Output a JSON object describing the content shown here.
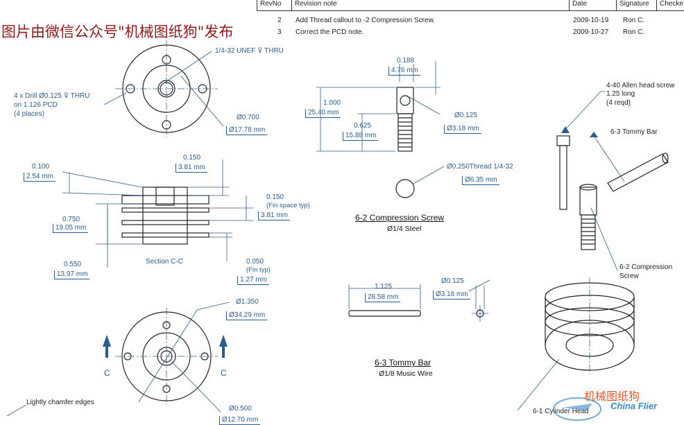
{
  "revision_table": {
    "headers": [
      "RevNo",
      "Revision note",
      "Date",
      "Signature",
      "Checke"
    ],
    "rows": [
      {
        "rev": "2",
        "note": "Add Thread callout to -2 Compression Screw.",
        "date": "2009-10-19",
        "signature": "Ron C."
      },
      {
        "rev": "3",
        "note": "Correct the PCD note.",
        "date": "2009-10-27",
        "signature": "Ron C."
      }
    ]
  },
  "watermark": "图片由微信公众号\"机械图纸狗\"发布",
  "cylinder_head_top": {
    "thread_callout": "1/4-32 UNEF ⊽ THRU",
    "drill_callout_line1": "4 x Drill Ø0.125 ⊽ THRU",
    "drill_callout_line2": "on 1.126 PCD",
    "drill_callout_line3": "(4 places)",
    "dia_in": "Ø0.700",
    "dia_mm": "Ø17.78 mm"
  },
  "section_cc": {
    "title": "Section C-C",
    "dim_0100": "0.100",
    "dim_0100_mm": "2.54 mm",
    "dim_0150": "0.150",
    "dim_0150_mm": "3.81 mm",
    "dim_0750": "0.750",
    "dim_0750_mm": "19.05 mm",
    "dim_0550": "0.550",
    "dim_0550_mm": "13.97 mm",
    "fin_space": "0.150",
    "fin_space_note": "(Fin space typ)",
    "fin_space_mm": "3.81 mm",
    "fin": "0.050",
    "fin_note": "(Fin typ)",
    "fin_mm": "1.27 mm"
  },
  "cylinder_head_bottom": {
    "dia_outer": "Ø1.350",
    "dia_outer_mm": "Ø34.29 mm",
    "dia_inner": "Ø0.500",
    "dia_inner_mm": "Ø12.70 mm",
    "section_mark_left": "C",
    "section_mark_right": "C",
    "chamfer_note": "Lightly chamfer edges"
  },
  "compression_screw": {
    "title": "6-2 Compression Screw",
    "subtitle": "Ø1/4  Steel",
    "dim_0188": "0.188",
    "dim_0188_mm": "4.76 mm",
    "dim_1000": "1.000",
    "dim_1000_mm": "25.40 mm",
    "dim_0625": "0.625",
    "dim_0625_mm": "15.88 mm",
    "dim_0125": "Ø0.125",
    "dim_0125_mm": "Ø3.18 mm",
    "thread": "Ø0.250Thread 1/4-32",
    "thread_mm": "Ø6.35 mm"
  },
  "tommy_bar": {
    "title": "6-3 Tommy Bar",
    "subtitle": "Ø1/8 Music Wire",
    "length": "1.125",
    "length_mm": "28.58 mm",
    "dia": "Ø0.125",
    "dia_mm": "Ø3.18 mm"
  },
  "assembly": {
    "allen_line1": "4-40 Allen head screw",
    "allen_line2": "1.25 long",
    "allen_line3": "(4 reqd)",
    "tommy_bar_label": "6-3 Tommy Bar",
    "compression_label_line1": "6-2 Compression",
    "compression_label_line2": "Screw",
    "cylinder_label": "6-1 Cylinder Head"
  },
  "logo": {
    "cn": "机械图纸狗",
    "en": "China Flier"
  },
  "colors": {
    "dimension": "#2a5d8f",
    "outline": "#222222",
    "watermark": "#8b1a1a"
  }
}
